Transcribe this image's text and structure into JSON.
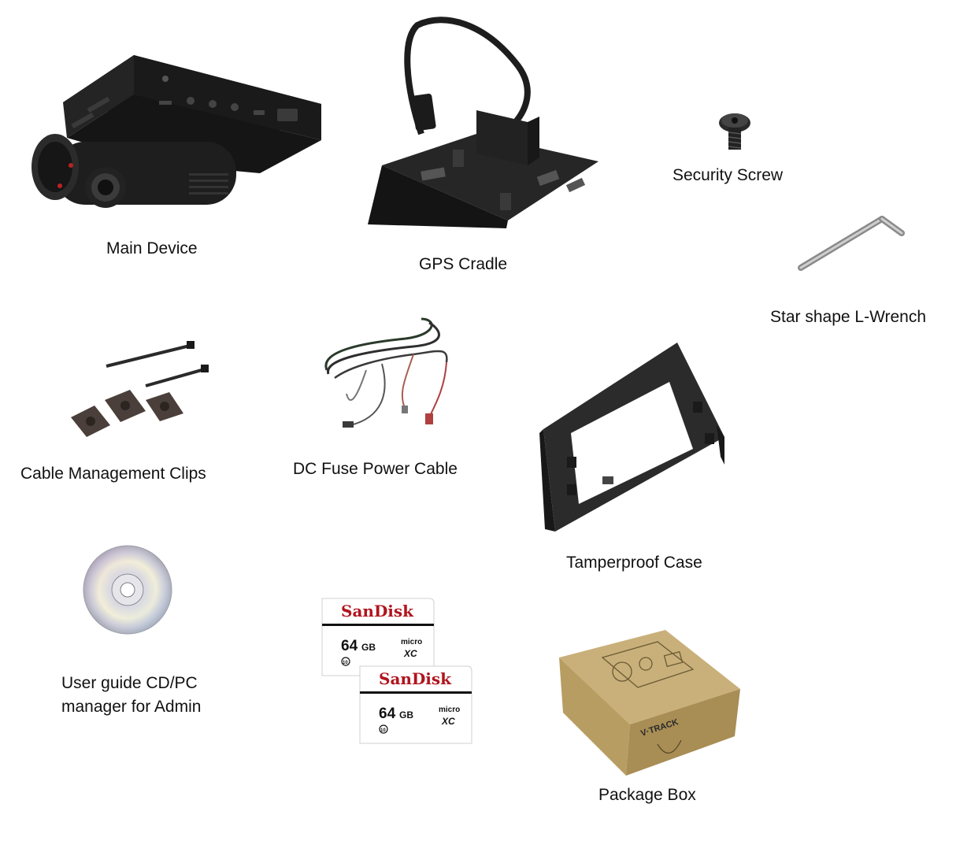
{
  "items": {
    "main_device": {
      "label": "Main Device",
      "icon": "dashcam-icon"
    },
    "gps_cradle": {
      "label": "GPS Cradle",
      "icon": "gps-cradle-icon"
    },
    "security_screw": {
      "label": "Security Screw",
      "icon": "screw-icon"
    },
    "l_wrench": {
      "label": "Star shape L-Wrench",
      "icon": "l-wrench-icon"
    },
    "cable_clips": {
      "label": "Cable Management Clips",
      "icon": "cable-clips-icon"
    },
    "power_cable": {
      "label": "DC Fuse Power Cable",
      "icon": "power-cable-icon"
    },
    "tamper_case": {
      "label": "Tamperproof Case",
      "icon": "tamperproof-case-icon"
    },
    "user_guide": {
      "label_line1": "User guide CD/PC",
      "label_line2": "manager for Admin",
      "icon": "cd-icon"
    },
    "sd_cards": {
      "icon": "sd-card-icon",
      "brand": "SanDisk",
      "capacity": "64",
      "unit": "GB",
      "format_top": "micro",
      "format_bottom": "XC",
      "class": "10"
    },
    "package_box": {
      "label": "Package Box",
      "icon": "package-box-icon",
      "box_text": "V·TRACK"
    }
  },
  "colors": {
    "device_black": "#1c1c1c",
    "sandisk_red": "#b0141e",
    "box_kraft": "#c9b07a",
    "label_text": "#111111"
  }
}
